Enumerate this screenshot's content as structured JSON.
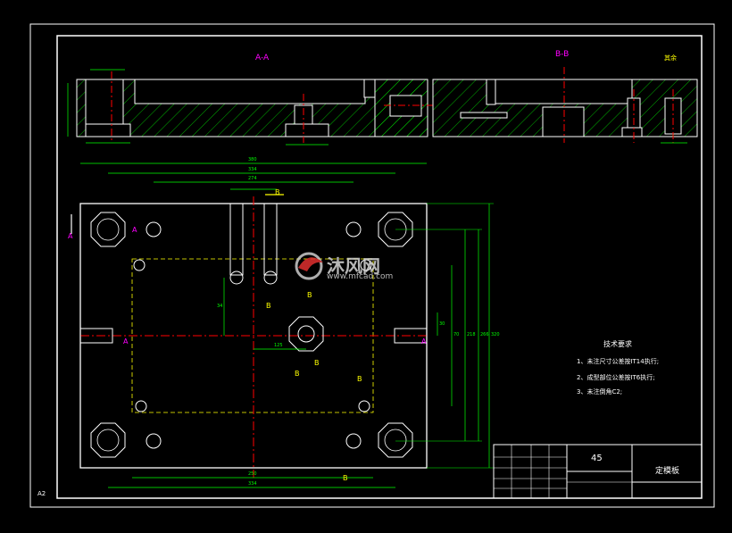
{
  "sheet": {
    "size_label": "A2"
  },
  "views": {
    "section_aa": "A-A",
    "section_bb": "B-B",
    "section_mark_a": "A",
    "section_mark_b": "B",
    "roughness_note": "其余"
  },
  "dimensions": {
    "d1": "380",
    "d2": "334",
    "d3": "274",
    "d4": "250",
    "d5": "125",
    "d6": "320",
    "d7": "266",
    "d8": "218",
    "d9": "30",
    "d10": "30",
    "d11": "70",
    "d12": "34"
  },
  "tech_requirements": {
    "title": "技术要求",
    "items": [
      "1、未注尺寸公差按IT14执行;",
      "2、成型部位公差按IT6执行;",
      "3、未注倒角C2;"
    ]
  },
  "title_block": {
    "material": "45",
    "part_name": "定模板"
  },
  "watermark": {
    "brand": "沐风网",
    "url": "www.mfcad.com"
  },
  "colors": {
    "background": "#000000",
    "outline": "#ffffff",
    "hatch": "#00ff00",
    "centerline": "#ff0000",
    "dimension": "#00ff00",
    "text": "#ffffff",
    "section_label": "#ff00ff",
    "hidden_line": "#ffff00",
    "cyan": "#00ffff"
  }
}
